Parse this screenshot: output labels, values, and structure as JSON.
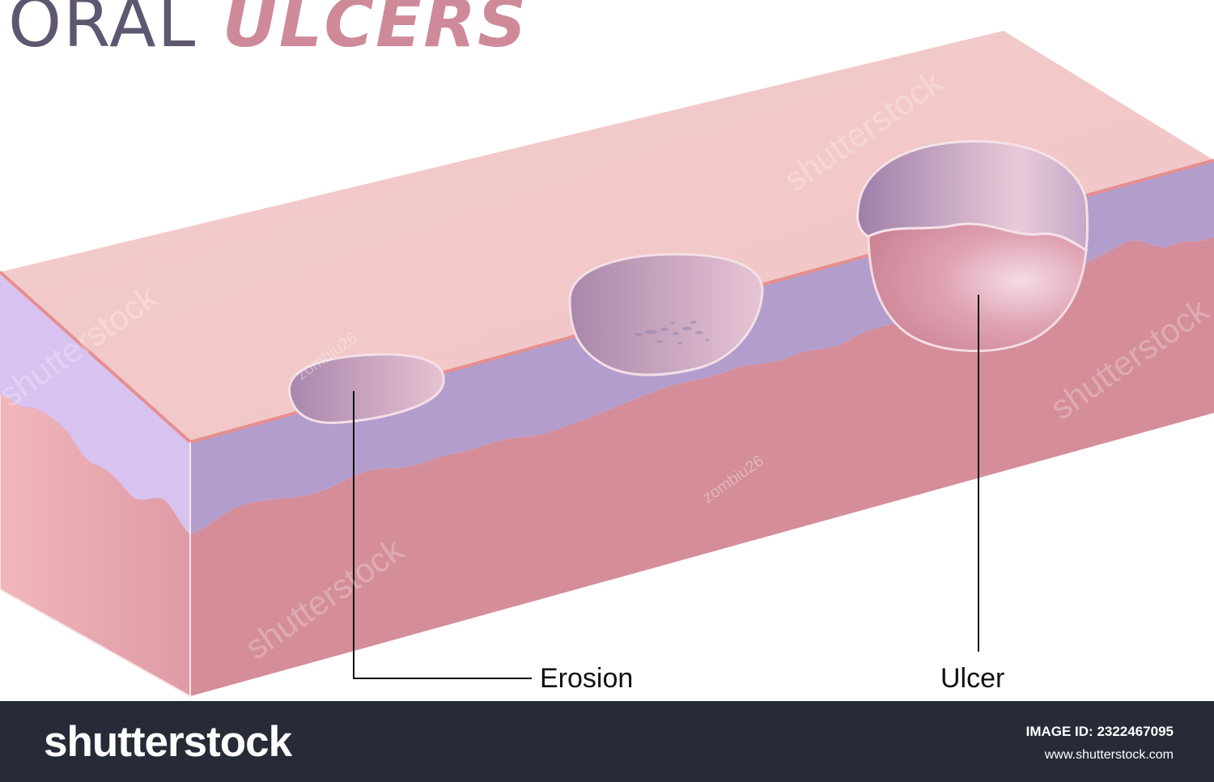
{
  "title": {
    "part1": "ORAL",
    "part2": "ULCERS"
  },
  "labels": {
    "erosion": "Erosion",
    "ulcer": "Ulcer"
  },
  "watermarks": {
    "brand": "shutterstock",
    "author": "zombiu26"
  },
  "footer": {
    "logo_text": "shutterstock",
    "image_id_label": "IMAGE ID: 2322467095",
    "url": "www.shutterstock.com"
  },
  "colors": {
    "top_surface": "#f0c8c8",
    "epithelium_layer": "#b5a0cd",
    "side_epithelium": "#d7c4ef",
    "connective_tissue": "#d48d99",
    "left_face": "#de9ea7",
    "lesion": "#b59ac1",
    "footer_bg": "#262b37"
  }
}
